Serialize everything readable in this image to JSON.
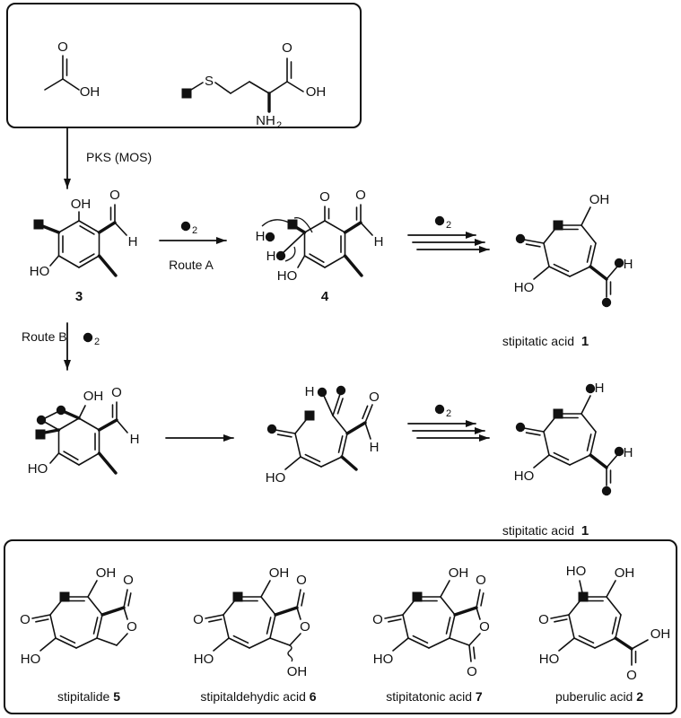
{
  "start_box": {
    "acetate": {
      "atoms": [
        "O",
        "OH"
      ]
    },
    "methionine": {
      "atoms": [
        "S",
        "O",
        "OH",
        "NH",
        "2"
      ]
    }
  },
  "steps": {
    "pks_label": "PKS (MOS)",
    "route_a": "Route A",
    "route_b": "Route B",
    "o2_subscript": "2"
  },
  "compound_3": {
    "number": "3",
    "atoms": [
      "OH",
      "O",
      "H",
      "HO"
    ]
  },
  "compound_4": {
    "number": "4",
    "atoms": [
      "O",
      "O",
      "H",
      "HO",
      "H",
      "H"
    ]
  },
  "route_b_intermediate": {
    "atoms": [
      "OH",
      "O",
      "H",
      "HO"
    ]
  },
  "ring_open_intermediate": {
    "atoms": [
      "H",
      "O",
      "H",
      "HO"
    ]
  },
  "stipitatic_acid_a": {
    "name": "stipitatic acid",
    "number": "1",
    "atoms": [
      "OH",
      "HO",
      "H"
    ]
  },
  "stipitatic_acid_b": {
    "name": "stipitatic acid",
    "number": "1",
    "atoms": [
      "H",
      "HO",
      "H"
    ]
  },
  "related_compounds": [
    {
      "name": "stipitalide",
      "number": "5",
      "atoms": [
        "OH",
        "O",
        "HO",
        "O",
        "O"
      ]
    },
    {
      "name": "stipitaldehydic acid",
      "number": "6",
      "atoms": [
        "OH",
        "O",
        "HO",
        "O",
        "O",
        "OH"
      ]
    },
    {
      "name": "stipitatonic acid",
      "number": "7",
      "atoms": [
        "OH",
        "O",
        "HO",
        "O",
        "O",
        "O"
      ]
    },
    {
      "name": "puberulic acid",
      "number": "2",
      "atoms": [
        "OH",
        "O",
        "HO",
        "HO",
        "OH",
        "O"
      ]
    }
  ]
}
